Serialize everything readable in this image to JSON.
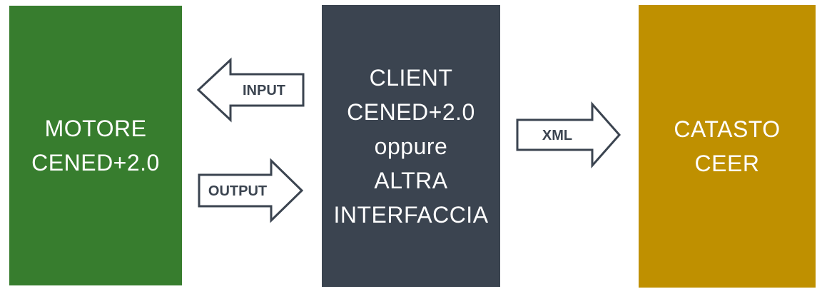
{
  "diagram": {
    "background_color": "#ffffff",
    "boxes": [
      {
        "name": "motore-cened",
        "lines": [
          "MOTORE",
          "CENED+2.0"
        ],
        "fill": "#377d2e",
        "text_color": "#ffffff"
      },
      {
        "name": "client-cened",
        "lines": [
          "CLIENT",
          "CENED+2.0",
          "oppure",
          "ALTRA",
          "INTERFACCIA"
        ],
        "fill": "#3b4450",
        "text_color": "#ffffff"
      },
      {
        "name": "catasto-ceer",
        "lines": [
          "CATASTO",
          "CEER"
        ],
        "fill": "#bf9000",
        "text_color": "#ffffff"
      }
    ],
    "arrows": [
      {
        "name": "input",
        "label": "INPUT",
        "direction": "left",
        "fill": "#ffffff",
        "outline": "#3b4450",
        "label_color": "#3b4450"
      },
      {
        "name": "output",
        "label": "OUTPUT",
        "direction": "right",
        "fill": "#ffffff",
        "outline": "#3b4450",
        "label_color": "#3b4450"
      },
      {
        "name": "xml",
        "label": "XML",
        "direction": "right",
        "fill": "#ffffff",
        "outline": "#3b4450",
        "label_color": "#3b4450"
      }
    ]
  }
}
